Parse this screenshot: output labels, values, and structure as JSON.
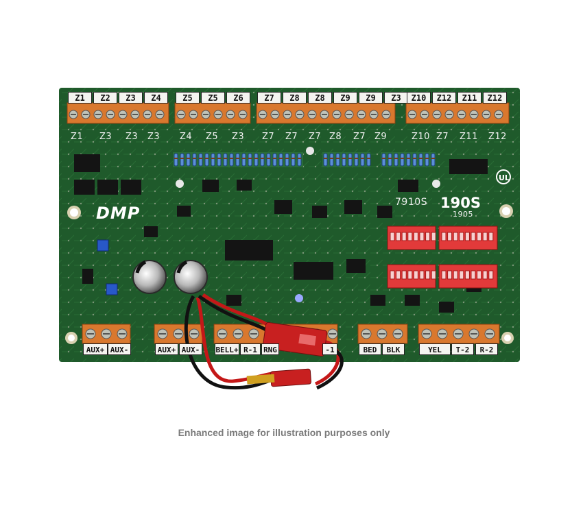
{
  "board": {
    "brand_logo": "DMP",
    "model_main": "190S",
    "model_alt": "7910S",
    "model_sub": "1905"
  },
  "top_terminal_labels": [
    "Z1",
    "Z2",
    "Z3",
    "Z4",
    "Z5",
    "Z5",
    "Z6",
    "Z7",
    "Z8",
    "Z8",
    "Z9",
    "Z9",
    "Z3",
    "Z10",
    "Z12",
    "Z11",
    "Z12"
  ],
  "silkscreen_zone_labels": [
    "Z1",
    "Z3",
    "Z3",
    "Z3",
    "Z4",
    "Z5",
    "Z3",
    "Z7",
    "Z7",
    "Z7",
    "Z8",
    "Z7",
    "Z9",
    "Z10",
    "Z7",
    "Z11",
    "Z12"
  ],
  "bottom_terminal_labels": [
    "AUX+",
    "AUX-",
    "AUX+",
    "AUX-",
    "BELL+",
    "R-1",
    "RNG",
    "-1",
    "BED",
    "BLK",
    "YEL",
    "T-2",
    "R-2"
  ],
  "caption": "Enhanced image for illustration purposes only",
  "colors": {
    "pcb": "#1f5a2b",
    "terminal": "#d9782e",
    "dip": "#e23a3a",
    "wire_red": "#c41818",
    "wire_black": "#111111"
  }
}
